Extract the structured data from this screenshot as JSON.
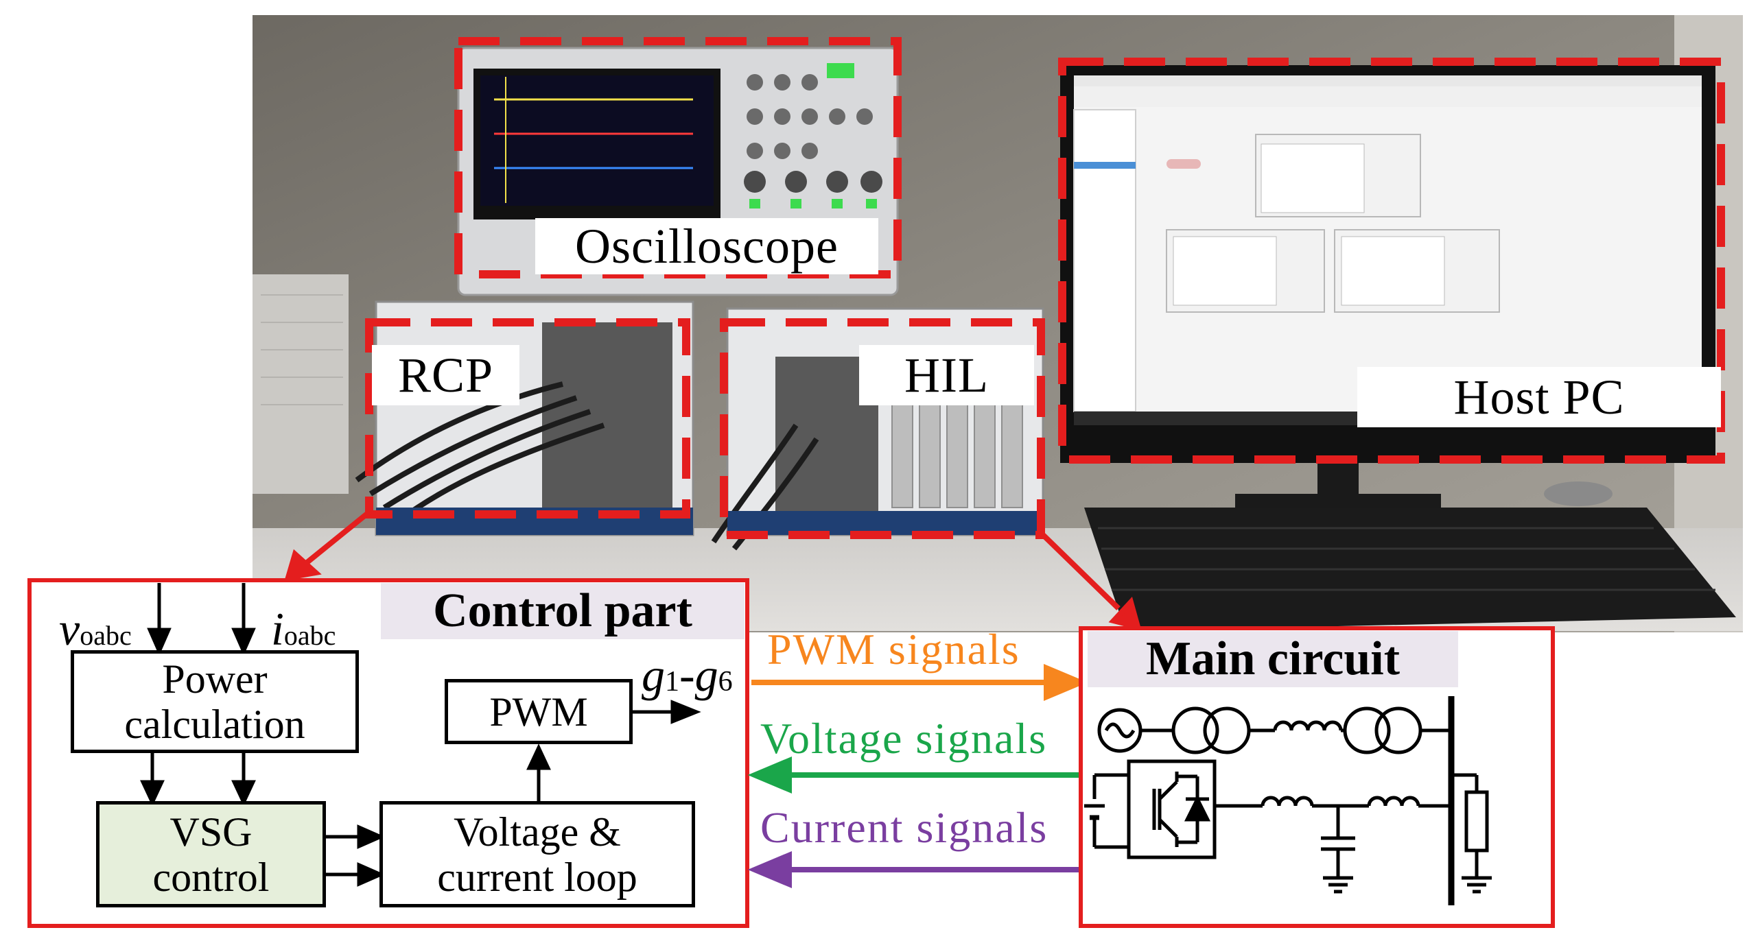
{
  "labels": {
    "oscilloscope": "Oscilloscope",
    "rcp": "RCP",
    "hil": "HIL",
    "host_pc": "Host PC"
  },
  "control": {
    "title": "Control part",
    "v_input": "v",
    "v_sub": "oabc",
    "i_input": "i",
    "i_sub": "oabc",
    "power_line1": "Power",
    "power_line2": "calculation",
    "vsg_line1": "VSG",
    "vsg_line2": "control",
    "loop_line1": "Voltage &",
    "loop_line2": "current loop",
    "pwm": "PWM",
    "g_out_a": "g",
    "g_out_a_sub": "1",
    "g_out_dash": "-",
    "g_out_b": "g",
    "g_out_b_sub": "6"
  },
  "main": {
    "title": "Main circuit"
  },
  "signals": {
    "pwm": "PWM signals",
    "voltage": "Voltage signals",
    "current": "Current signals"
  },
  "colors": {
    "red_frame": "#e41e1e",
    "pwm_arrow": "#f7861e",
    "voltage_arrow": "#1aa64a",
    "current_arrow": "#7a3ea0",
    "vsg_fill": "#e6efdb",
    "tag_fill": "#ebe6ee"
  }
}
